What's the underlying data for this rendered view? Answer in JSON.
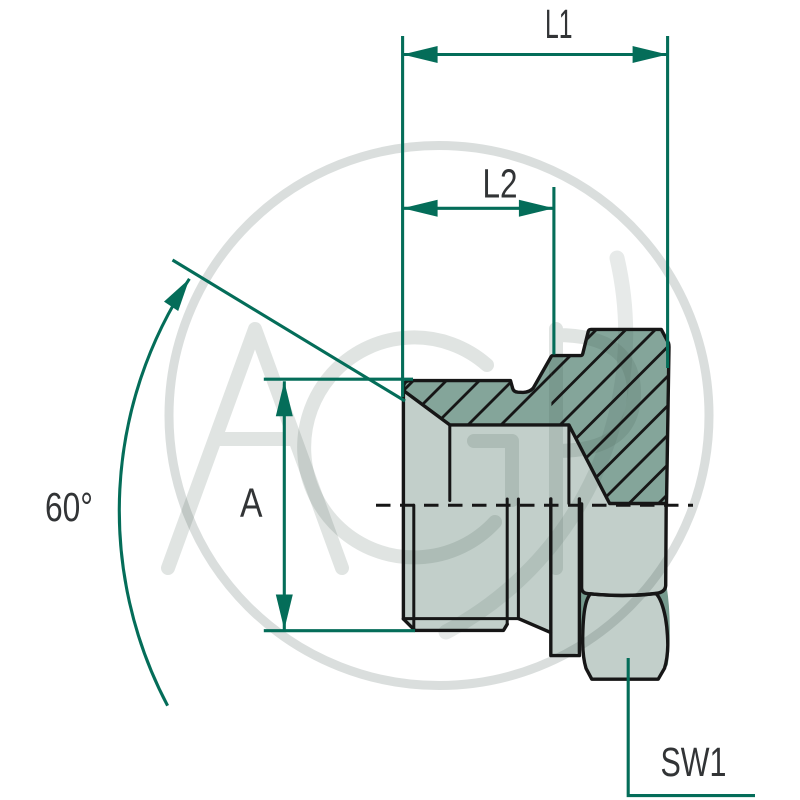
{
  "drawing": {
    "labels": {
      "l1": "L1",
      "l2": "L2",
      "a": "A",
      "angle": "60°",
      "sw1": "SW1"
    },
    "watermark": "AGP",
    "colors": {
      "background": "#ffffff",
      "dimension": "#046d59",
      "outline": "#161616",
      "body_light": "#c2cfca",
      "body_dark": "#84a59a",
      "body_shadow": "#769b8e",
      "label_text": "#323436"
    }
  }
}
